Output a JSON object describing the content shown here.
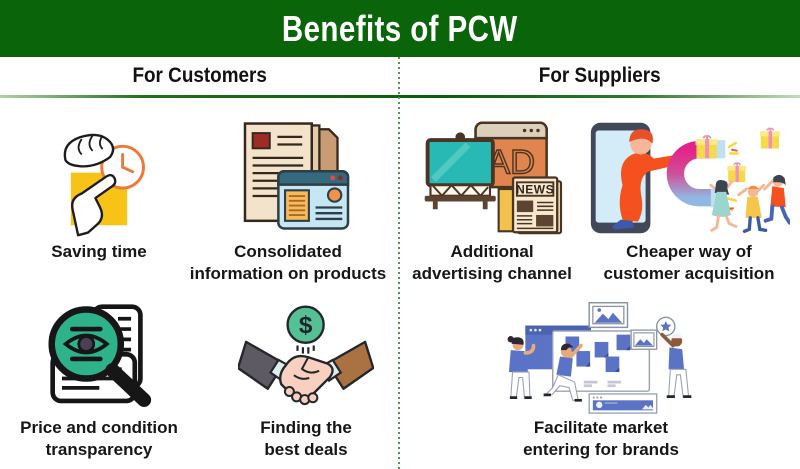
{
  "header": {
    "title": "Benefits of PCW"
  },
  "columns": [
    {
      "id": "customers",
      "title": "For Customers",
      "items": [
        {
          "label": "Saving time",
          "icon": "hand-clock-icon"
        },
        {
          "label": "Consolidated\ninformation on products",
          "icon": "documents-browser-icon"
        },
        {
          "label": "Price and condition\ntransparency",
          "icon": "magnifier-eye-document-icon"
        },
        {
          "label": "Finding the\nbest deals",
          "icon": "handshake-dollar-icon"
        }
      ]
    },
    {
      "id": "suppliers",
      "title": "For Suppliers",
      "items": [
        {
          "label": "Additional\nadvertising channel",
          "icon": "ad-news-billboard-icon"
        },
        {
          "label": "Cheaper way of\ncustomer acquisition",
          "icon": "magnet-phone-people-icon"
        },
        {
          "label": "Facilitate market\nentering for brands",
          "icon": "team-browser-boards-icon"
        }
      ]
    }
  ],
  "icon_texts": {
    "dollar": "$",
    "ad": "AD",
    "news": "NEWS"
  },
  "colors": {
    "banner_bg": "#0a640a",
    "banner_text": "#ffffff",
    "divider_green": "#4d9a4d",
    "accent_teal": "#2eb28a",
    "accent_orange": "#e0854e",
    "accent_yellow": "#f6c316",
    "accent_blue": "#5b73c4",
    "accent_magenta": "#e3238c"
  }
}
